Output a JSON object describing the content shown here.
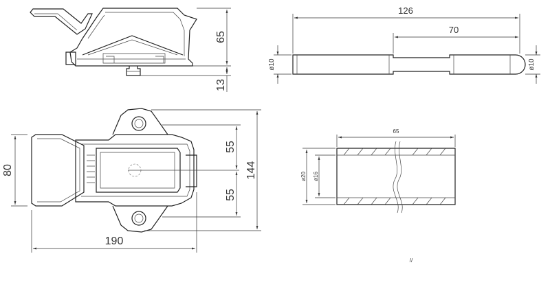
{
  "dims": {
    "side_height": "65",
    "side_lower": "13",
    "pin_length": "126",
    "pin_partial": "70",
    "pin_dia_left": "ø10",
    "pin_dia_right": "ø10",
    "top_width": "55",
    "top_width_lower": "55",
    "top_height": "144",
    "top_handle": "80",
    "top_length": "190",
    "tube_length": "65",
    "tube_outer": "ø20",
    "tube_inner": "ø16"
  },
  "marks": {
    "stray": "//"
  }
}
